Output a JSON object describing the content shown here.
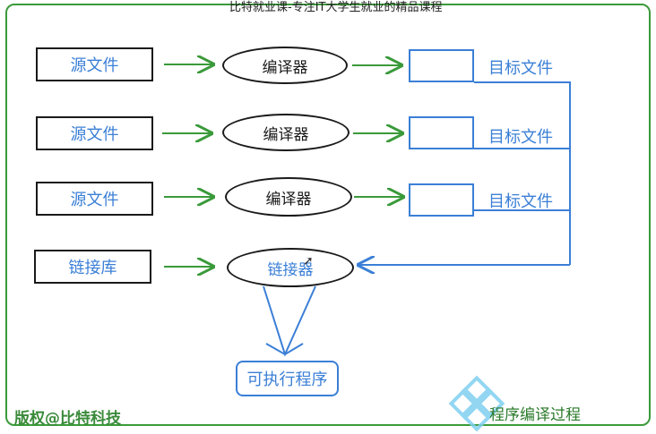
{
  "header": {
    "caption": "比特就业课-专注IT大学生就业的精品课程"
  },
  "rows": [
    {
      "source": "源文件",
      "compiler": "编译器",
      "target": "目标文件"
    },
    {
      "source": "源文件",
      "compiler": "编译器",
      "target": "目标文件"
    },
    {
      "source": "源文件",
      "compiler": "编译器",
      "target": "目标文件"
    }
  ],
  "link_row": {
    "library": "链接库",
    "linker": "链接器"
  },
  "output": {
    "executable": "可执行程序"
  },
  "footer": {
    "copyright": "版权@比特科技",
    "process_title": "程序编译过程"
  },
  "colors": {
    "blue": "#3b7fd6",
    "green": "#3a9a3a",
    "black": "#1a1a1a"
  },
  "icons": {
    "cursor": "mouse-pointer-icon",
    "watermark": "diamond-logo-icon"
  }
}
